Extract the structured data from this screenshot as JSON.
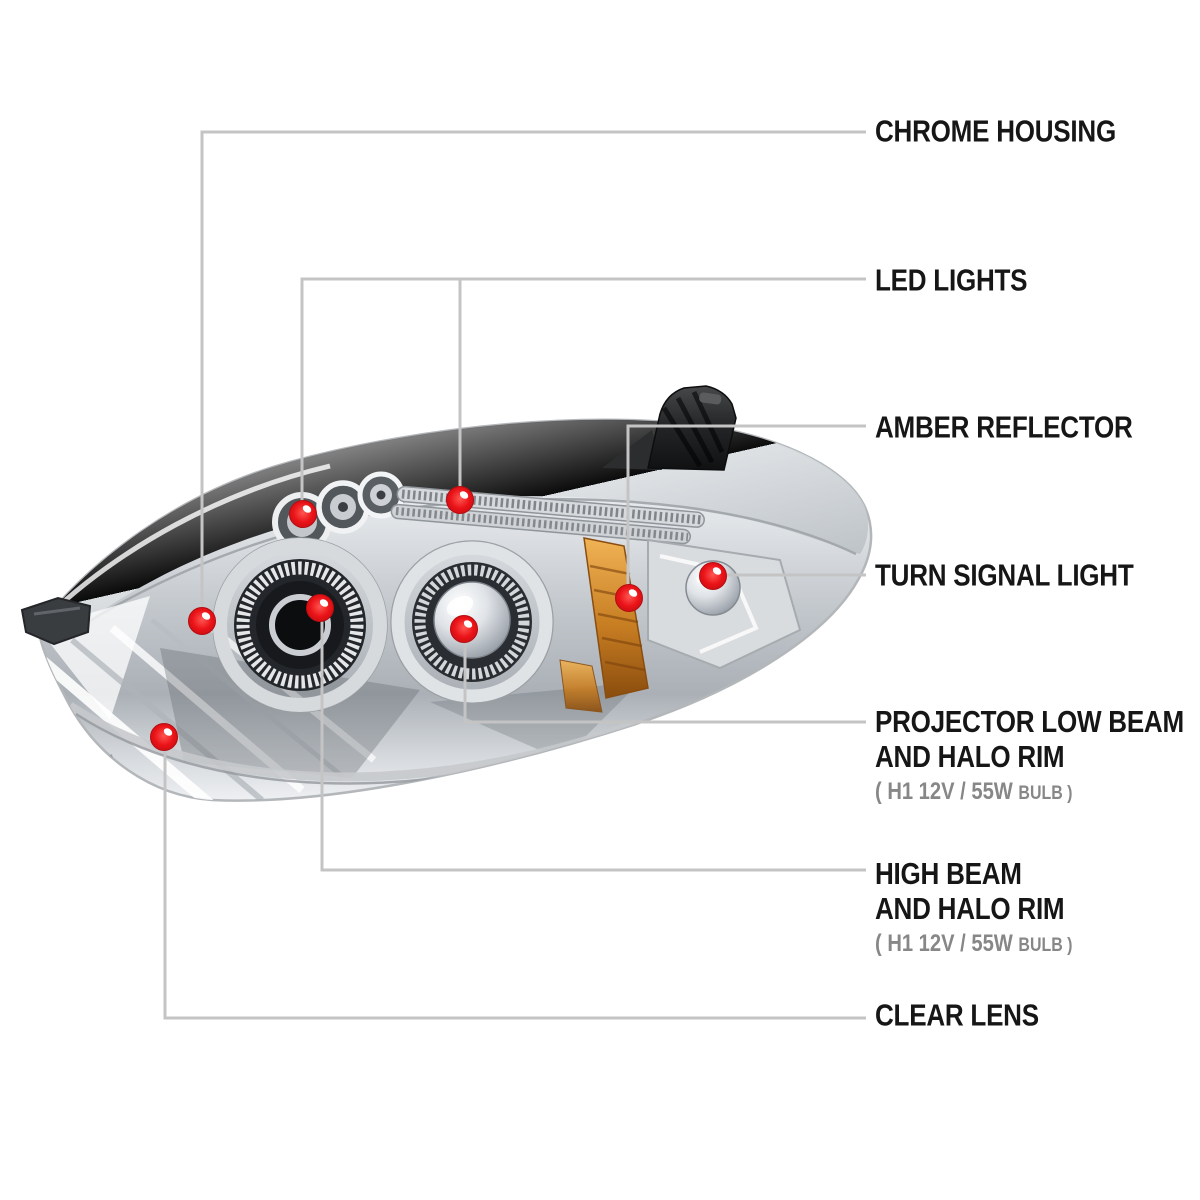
{
  "page": {
    "background": "#ffffff"
  },
  "diagram": {
    "subject": "chrome halo projector headlight, angled left-side view",
    "lens_marking": "H1",
    "colors": {
      "callout_dot_red": "#e8100e",
      "leader_line_gray": "#c4c4c4",
      "label_text": "#161616",
      "note_text": "#878787",
      "amber_reflector": "#c77d22",
      "chrome_light": "#e3e6e9",
      "chrome_dark": "#9aa0a6",
      "tab_black": "#1c1e20"
    }
  },
  "callouts": [
    {
      "id": "chrome-housing",
      "label": "CHROME HOUSING"
    },
    {
      "id": "led-lights",
      "label": "LED LIGHTS"
    },
    {
      "id": "amber-reflector",
      "label": "AMBER REFLECTOR"
    },
    {
      "id": "turn-signal-light",
      "label": "TURN SIGNAL LIGHT"
    },
    {
      "id": "projector-low-beam",
      "label": "PROJECTOR LOW BEAM",
      "label2": "AND HALO RIM",
      "note_main": "( H1  12V / 55W ",
      "note_small": "BULB )"
    },
    {
      "id": "high-beam",
      "label": "HIGH BEAM",
      "label2": "AND HALO RIM",
      "note_main": "( H1  12V / 55W ",
      "note_small": "BULB )"
    },
    {
      "id": "clear-lens",
      "label": "CLEAR LENS"
    }
  ]
}
